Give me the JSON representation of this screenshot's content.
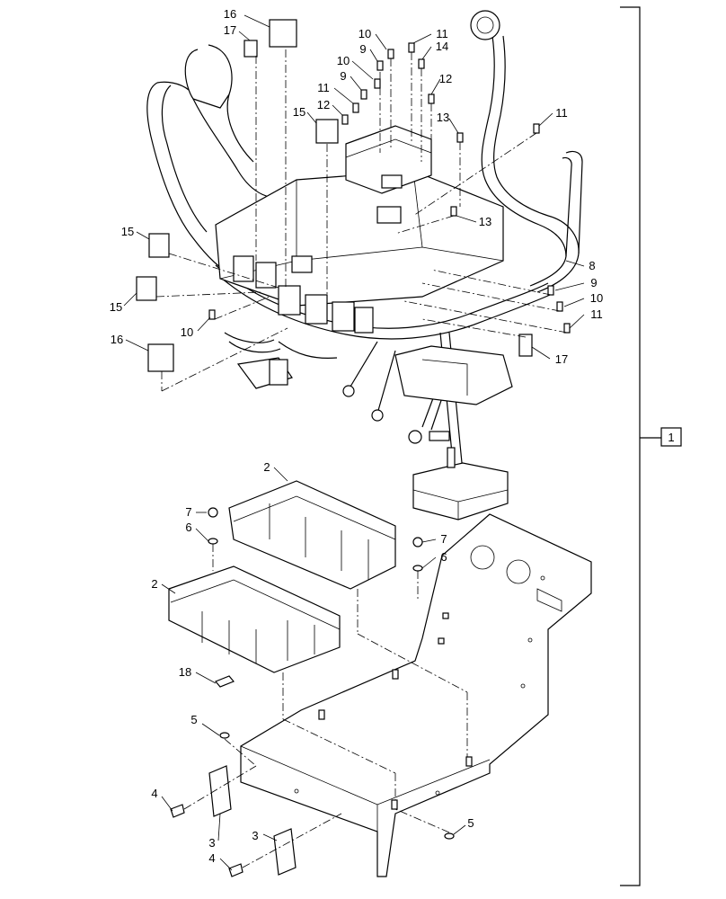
{
  "diagram": {
    "assembly_callout": "1",
    "callouts": [
      {
        "id": "c-16-top",
        "text": "16"
      },
      {
        "id": "c-17-top",
        "text": "17"
      },
      {
        "id": "c-10-a",
        "text": "10"
      },
      {
        "id": "c-9-a",
        "text": "9"
      },
      {
        "id": "c-11-a",
        "text": "11"
      },
      {
        "id": "c-14",
        "text": "14"
      },
      {
        "id": "c-10-b",
        "text": "10"
      },
      {
        "id": "c-9-b",
        "text": "9"
      },
      {
        "id": "c-12-a",
        "text": "12"
      },
      {
        "id": "c-11-b",
        "text": "11"
      },
      {
        "id": "c-12-b",
        "text": "12"
      },
      {
        "id": "c-15-top",
        "text": "15"
      },
      {
        "id": "c-13-a",
        "text": "13"
      },
      {
        "id": "c-11-c",
        "text": "11"
      },
      {
        "id": "c-13-b",
        "text": "13"
      },
      {
        "id": "c-15-mid",
        "text": "15"
      },
      {
        "id": "c-15-low",
        "text": "15"
      },
      {
        "id": "c-8",
        "text": "8"
      },
      {
        "id": "c-9-c",
        "text": "9"
      },
      {
        "id": "c-10-c",
        "text": "10"
      },
      {
        "id": "c-11-d",
        "text": "11"
      },
      {
        "id": "c-10-d",
        "text": "10"
      },
      {
        "id": "c-16-low",
        "text": "16"
      },
      {
        "id": "c-17-low",
        "text": "17"
      },
      {
        "id": "c-2-a",
        "text": "2"
      },
      {
        "id": "c-7-a",
        "text": "7"
      },
      {
        "id": "c-6-a",
        "text": "6"
      },
      {
        "id": "c-7-b",
        "text": "7"
      },
      {
        "id": "c-6-b",
        "text": "6"
      },
      {
        "id": "c-2-b",
        "text": "2"
      },
      {
        "id": "c-18",
        "text": "18"
      },
      {
        "id": "c-5-a",
        "text": "5"
      },
      {
        "id": "c-4-a",
        "text": "4"
      },
      {
        "id": "c-3-a",
        "text": "3"
      },
      {
        "id": "c-3-b",
        "text": "3"
      },
      {
        "id": "c-4-b",
        "text": "4"
      },
      {
        "id": "c-5-b",
        "text": "5"
      }
    ]
  }
}
